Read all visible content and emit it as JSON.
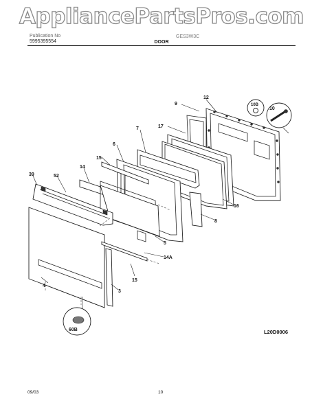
{
  "watermark": "AppliancePartsPros.com",
  "header": {
    "publication_label": "Publication No",
    "publication_number": "5995395554",
    "model": "GES3W3C",
    "section": "DOOR"
  },
  "callouts": {
    "c9": "9",
    "c12": "12",
    "c10B": "10B",
    "c10": "10",
    "c17": "17",
    "c7": "7",
    "c6": "6",
    "c15a": "15",
    "c14": "14",
    "c39": "39",
    "c52": "52",
    "c16": "16",
    "c8": "8",
    "c5": "5",
    "c14A": "14A",
    "c4": "4",
    "c3": "3",
    "c15b": "15",
    "c60B": "60B"
  },
  "diagram_code": "L20D0006",
  "footer": {
    "date": "09/03",
    "page": "10"
  }
}
